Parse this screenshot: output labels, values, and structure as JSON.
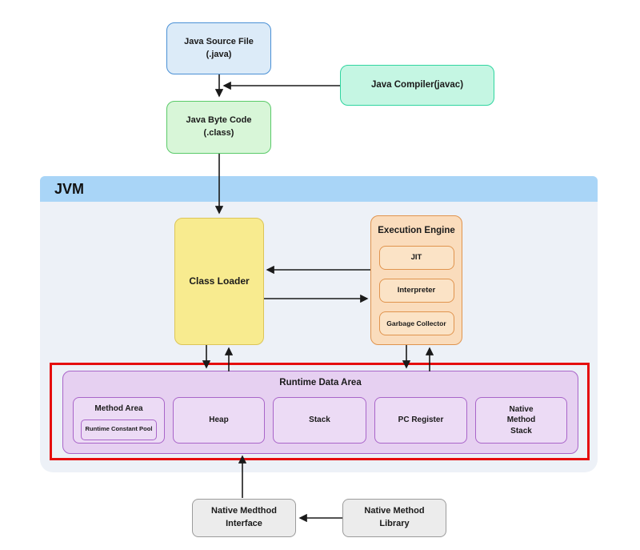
{
  "jvm": {
    "label": "JVM"
  },
  "nodes": {
    "java_source_file": {
      "line1": "Java Source File",
      "line2": "(.java)"
    },
    "java_compiler": {
      "label": "Java Compiler(javac)"
    },
    "java_byte_code": {
      "line1": "Java Byte Code",
      "line2": "(.class)"
    },
    "class_loader": {
      "label": "Class Loader"
    },
    "execution_engine": {
      "title": "Execution Engine",
      "items": [
        "JIT",
        "Interpreter",
        "Garbage Collector"
      ]
    },
    "runtime_data_area": {
      "title": "Runtime Data Area",
      "method_area": {
        "label": "Method Area",
        "inner": "Runtime Constant Pool"
      },
      "heap": {
        "label": "Heap"
      },
      "stack": {
        "label": "Stack"
      },
      "pc_register": {
        "label": "PC Register"
      },
      "native_method_stack": {
        "line1": "Native",
        "line2": "Method",
        "line3": "Stack"
      }
    },
    "native_method_interface": {
      "line1": "Native Medthod",
      "line2": "Interface"
    },
    "native_method_library": {
      "line1": "Native Method",
      "line2": "Library"
    }
  },
  "colors": {
    "jvm_band": "#a9d5f7",
    "jvm_background": "#edf1f7",
    "java_source_fill": "#dcebf8",
    "java_source_border": "#4a90d5",
    "compiler_fill": "#c5f6e3",
    "compiler_border": "#30d5a0",
    "bytecode_fill": "#d8f6d8",
    "bytecode_border": "#5aca69",
    "class_loader_fill": "#f8eb8f",
    "class_loader_border": "#dcc558",
    "execution_engine_fill": "#fadcbc",
    "execution_engine_border": "#e0944e",
    "runtime_fill": "#e6d0f1",
    "runtime_border": "#a965c9",
    "highlight_red": "#e50e0e",
    "native_fill": "#ececec",
    "native_border": "#9b9b9b",
    "arrow": "#1a1a1a"
  }
}
